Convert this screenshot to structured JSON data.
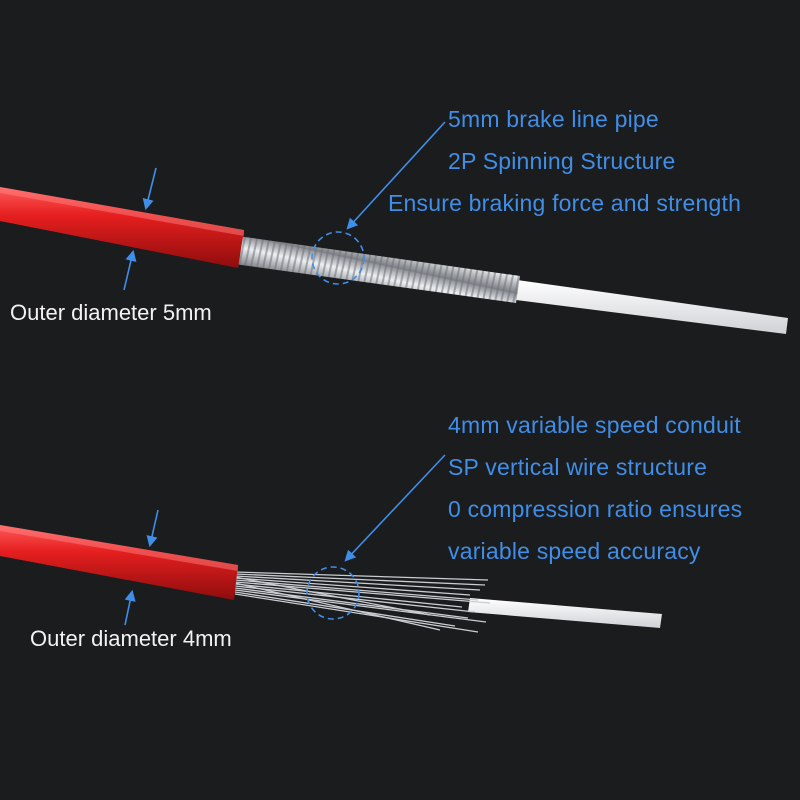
{
  "top_cable": {
    "diameter_label": "Outer diameter 5mm",
    "feature_lines": [
      "5mm brake line pipe",
      "2P Spinning Structure",
      "Ensure braking force and strength"
    ]
  },
  "bottom_cable": {
    "diameter_label": "Outer diameter 4mm",
    "feature_lines": [
      "4mm variable speed conduit",
      "SP vertical wire structure",
      "0 compression ratio ensures",
      "variable speed accuracy"
    ]
  },
  "colors": {
    "background": "#1b1c1e",
    "housing": "#e02020",
    "annotation": "#3f8ee8",
    "liner": "#f4f4f4",
    "wire": "#c9ccd1"
  }
}
